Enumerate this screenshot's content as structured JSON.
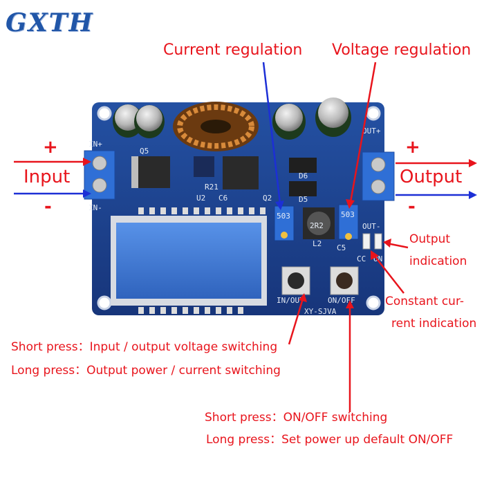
{
  "logo": "GXTH",
  "labels": {
    "current_regulation": "Current regulation",
    "voltage_regulation": "Voltage regulation",
    "input": "Input",
    "output": "Output",
    "plus": "+",
    "minus": "-",
    "output_indication_1": "Output",
    "output_indication_2": "indication",
    "constant_current_1": "Constant cur-",
    "constant_current_2": "rent indication"
  },
  "notes": {
    "in_out_short": "Short press：Input / output voltage switching",
    "in_out_long": "Long press：Output power / current switching",
    "onoff_short": "Short press：ON/OFF switching",
    "onoff_long": "Long press：Set power up default ON/OFF"
  },
  "board": {
    "in_plus": "IN+",
    "in_minus": "IN-",
    "out_plus": "OUT+",
    "out_minus": "OUT-",
    "btn_left": "IN/OUT",
    "btn_right": "ON/OFF",
    "model": "XY-SJVA",
    "q5": "Q5",
    "l2": "L2",
    "u2": "U2",
    "d5": "D5",
    "d6": "D6",
    "r21": "R21",
    "q2": "Q2",
    "c6": "C6",
    "c5": "C5",
    "inductor_code": "2R2",
    "trim_code": "503",
    "cc": "CC",
    "on": "ON"
  },
  "colors": {
    "annotation_red": "#e8141c",
    "arrow_blue": "#1c2fd6",
    "pcb_blue": "#1e3f8c",
    "screen_blue": "#3b78d8"
  }
}
